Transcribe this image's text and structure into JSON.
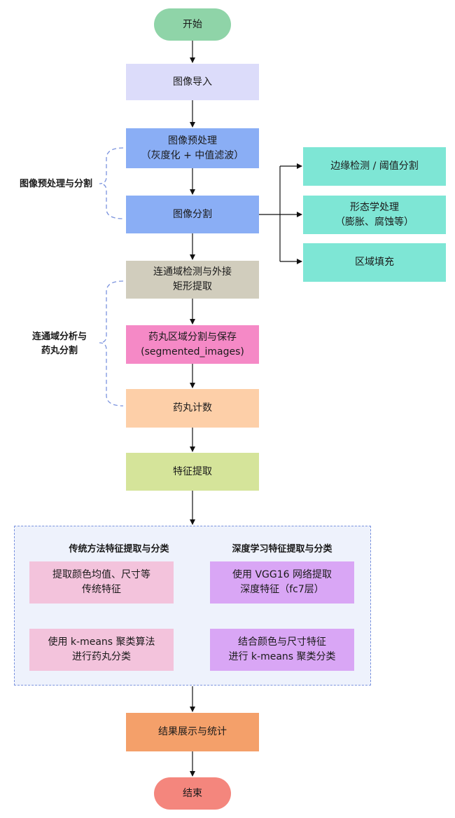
{
  "flow": {
    "start": "开始",
    "import": "图像导入",
    "preprocess": "图像预处理\n（灰度化 + 中值滤波）",
    "segment": "图像分割",
    "connected": "连通域检测与外接\n矩形提取",
    "pill_segment": "药丸区域分割与保存\n(segmented_images)",
    "count": "药丸计数",
    "feature": "特征提取",
    "result": "结果展示与统计",
    "end": "结束"
  },
  "branches": {
    "edge": "边缘检测 / 阈值分割",
    "morph": "形态学处理\n（膨胀、腐蚀等）",
    "fill": "区域填充"
  },
  "groups": {
    "preprocess_group": "图像预处理与分割",
    "connected_group": "连通域分析与\n药丸分割"
  },
  "classification": {
    "traditional": {
      "title": "传统方法特征提取与分类",
      "step1": "提取颜色均值、尺寸等\n传统特征",
      "step2": "使用 k-means 聚类算法\n进行药丸分类"
    },
    "deep": {
      "title": "深度学习特征提取与分类",
      "step1": "使用 VGG16 网络提取\n深度特征（fc7层）",
      "step2": "结合颜色与尺寸特征\n进行 k-means 聚类分类"
    }
  },
  "colors": {
    "terminal_start": "#8fd4a8",
    "terminal_end": "#f4867d",
    "import": "#dcdcfa",
    "preprocess": "#8aaef5",
    "branch": "#7ee6d5",
    "connected": "#d1cdbd",
    "pill_segment": "#f589c6",
    "count": "#fdcfa8",
    "feature": "#d5e49a",
    "traditional": "#f3c3dc",
    "deep": "#d9a6f5",
    "result": "#f4a06a",
    "group_border": "#7b93de"
  }
}
